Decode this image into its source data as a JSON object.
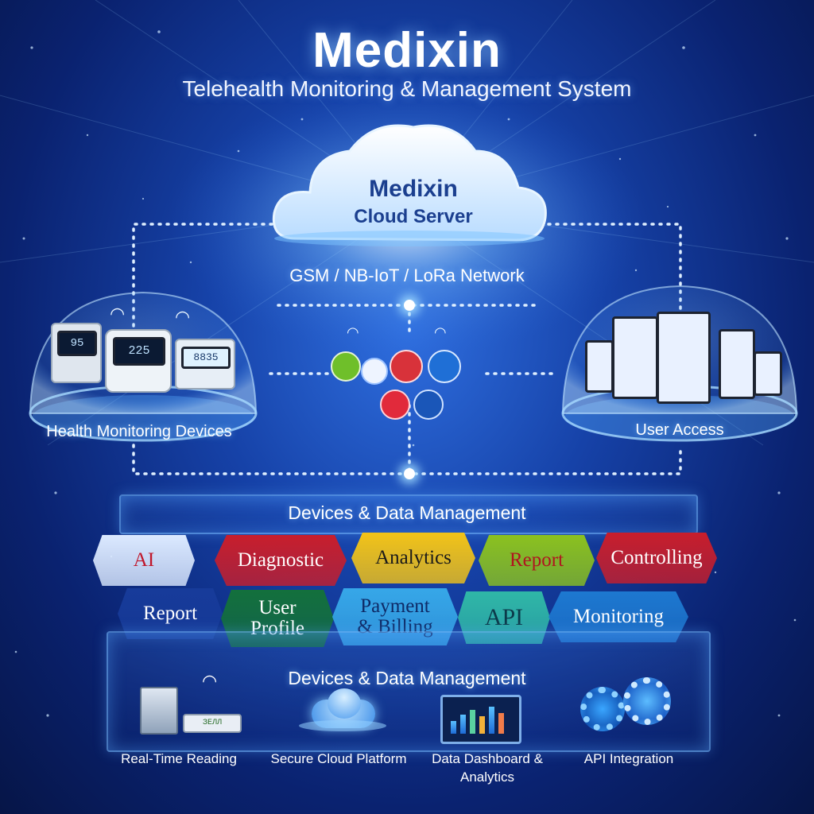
{
  "header": {
    "title": "Medixin",
    "subtitle": "Telehealth Monitoring & Management System"
  },
  "cloud_server": {
    "line1": "Medixin",
    "line2": "Cloud Server"
  },
  "network_label": "GSM / NB-IoT / LoRa Network",
  "left_node": {
    "label": "Health Monitoring Devices",
    "device_readings": [
      "95",
      "225",
      "8835"
    ]
  },
  "right_node": {
    "label": "User Access"
  },
  "management_section": {
    "title": "Devices & Data Management",
    "row1": [
      {
        "label": "AI",
        "color": "#dbe9ff",
        "text_color": "#c0162a"
      },
      {
        "label": "Diagnostic",
        "color": "#c81e2c",
        "text_color": "#ffffff"
      },
      {
        "label": "Analytics",
        "color": "#f2c318",
        "text_color": "#1a1a1a"
      },
      {
        "label": "Report",
        "color": "#8bc11f",
        "text_color": "#b0141f"
      },
      {
        "label": "Controlling",
        "color": "#c81e2c",
        "text_color": "#ffffff"
      }
    ],
    "row2": [
      {
        "label": "Report",
        "color": "#173b9a",
        "text_color": "#ffffff"
      },
      {
        "label_line1": "User",
        "label_line2": "Profile",
        "color": "#13703c",
        "text_color": "#ffffff"
      },
      {
        "label_line1": "Payment",
        "label_line2": "& Billing",
        "color": "#36a7e8",
        "text_color": "#0e2a66"
      },
      {
        "label": "API",
        "color": "#2fb7a7",
        "text_color": "#0c3a4a"
      },
      {
        "label": "Monitoring",
        "color": "#1d78d0",
        "text_color": "#ffffff"
      }
    ]
  },
  "bottom_section": {
    "title": "Devices & Data Management",
    "features": [
      {
        "label": "Real-Time Reading",
        "icon": "router-icon"
      },
      {
        "label": "Secure Cloud Platform",
        "icon": "cloud-icon"
      },
      {
        "label_line1": "Data Dashboard &",
        "label_line2": "Analytics",
        "icon": "dashboard-icon"
      },
      {
        "label": "API Integration",
        "icon": "gear-icon"
      }
    ],
    "screen_text": "ЗЕЛЛ"
  },
  "colors": {
    "bg_deep": "#061547",
    "bg_mid": "#1642a8",
    "accent_glow": "#7cc4ff",
    "cloud_text": "#1b3f8f"
  }
}
